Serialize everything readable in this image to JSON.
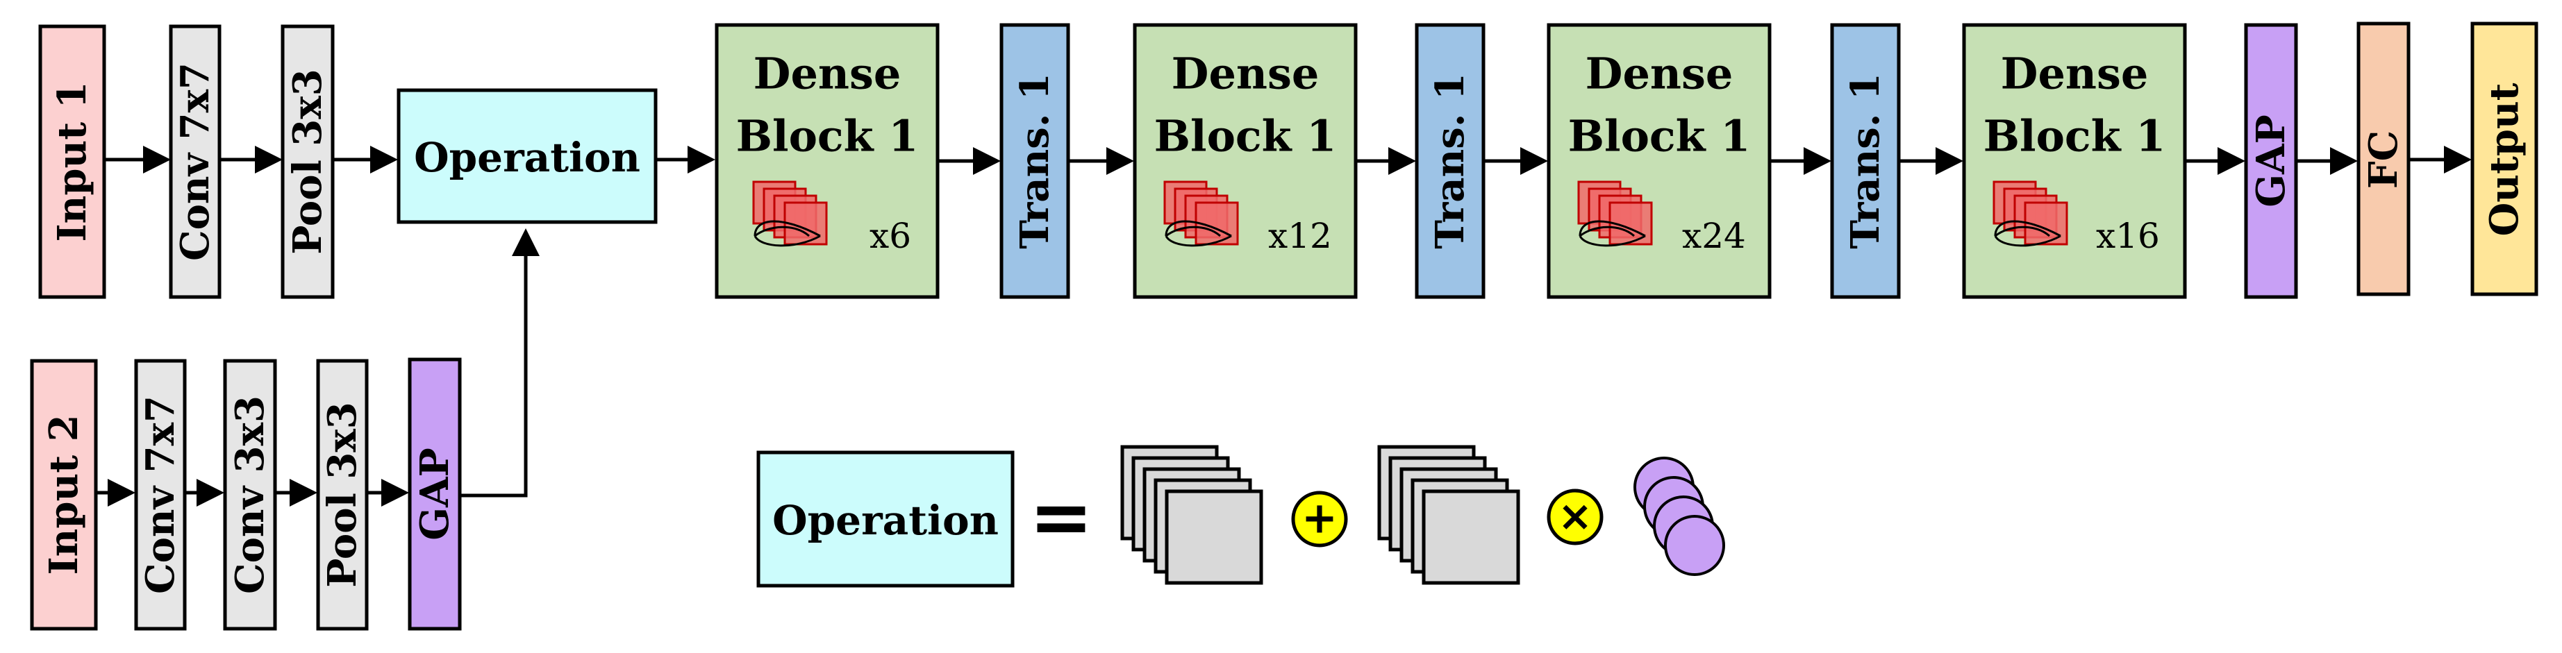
{
  "colors": {
    "input": "#fcd0d0",
    "conv": "#e6e6e6",
    "gap": "#c8a0f5",
    "operation": "#ccfcfc",
    "dense": "#c6e0b4",
    "trans": "#9dc3e6",
    "fc": "#f8cbad",
    "output": "#ffe699",
    "feature": "#f06a6a",
    "plus_circle": "#ffff00",
    "ball": "#c8a0f5",
    "stack": "#d9d9d9"
  },
  "top_branch": {
    "input": "Input 1",
    "conv": "Conv 7x7",
    "pool": "Pool 3x3"
  },
  "bottom_branch": {
    "input": "Input 2",
    "conv1": "Conv 7x7",
    "conv2": "Conv 3x3",
    "pool": "Pool 3x3",
    "gap": "GAP"
  },
  "operation_label": "Operation",
  "dense_blocks": [
    {
      "line1": "Dense",
      "line2": "Block 1",
      "multiplier": "x6"
    },
    {
      "line1": "Dense",
      "line2": "Block 1",
      "multiplier": "x12"
    },
    {
      "line1": "Dense",
      "line2": "Block 1",
      "multiplier": "x24"
    },
    {
      "line1": "Dense",
      "line2": "Block 1",
      "multiplier": "x16"
    }
  ],
  "transitions": [
    "Trans. 1",
    "Trans. 1",
    "Trans. 1"
  ],
  "tail": {
    "gap": "GAP",
    "fc": "FC",
    "output": "Output"
  },
  "legend": {
    "operation": "Operation",
    "equals": "=",
    "plus": "+",
    "times": "×"
  }
}
